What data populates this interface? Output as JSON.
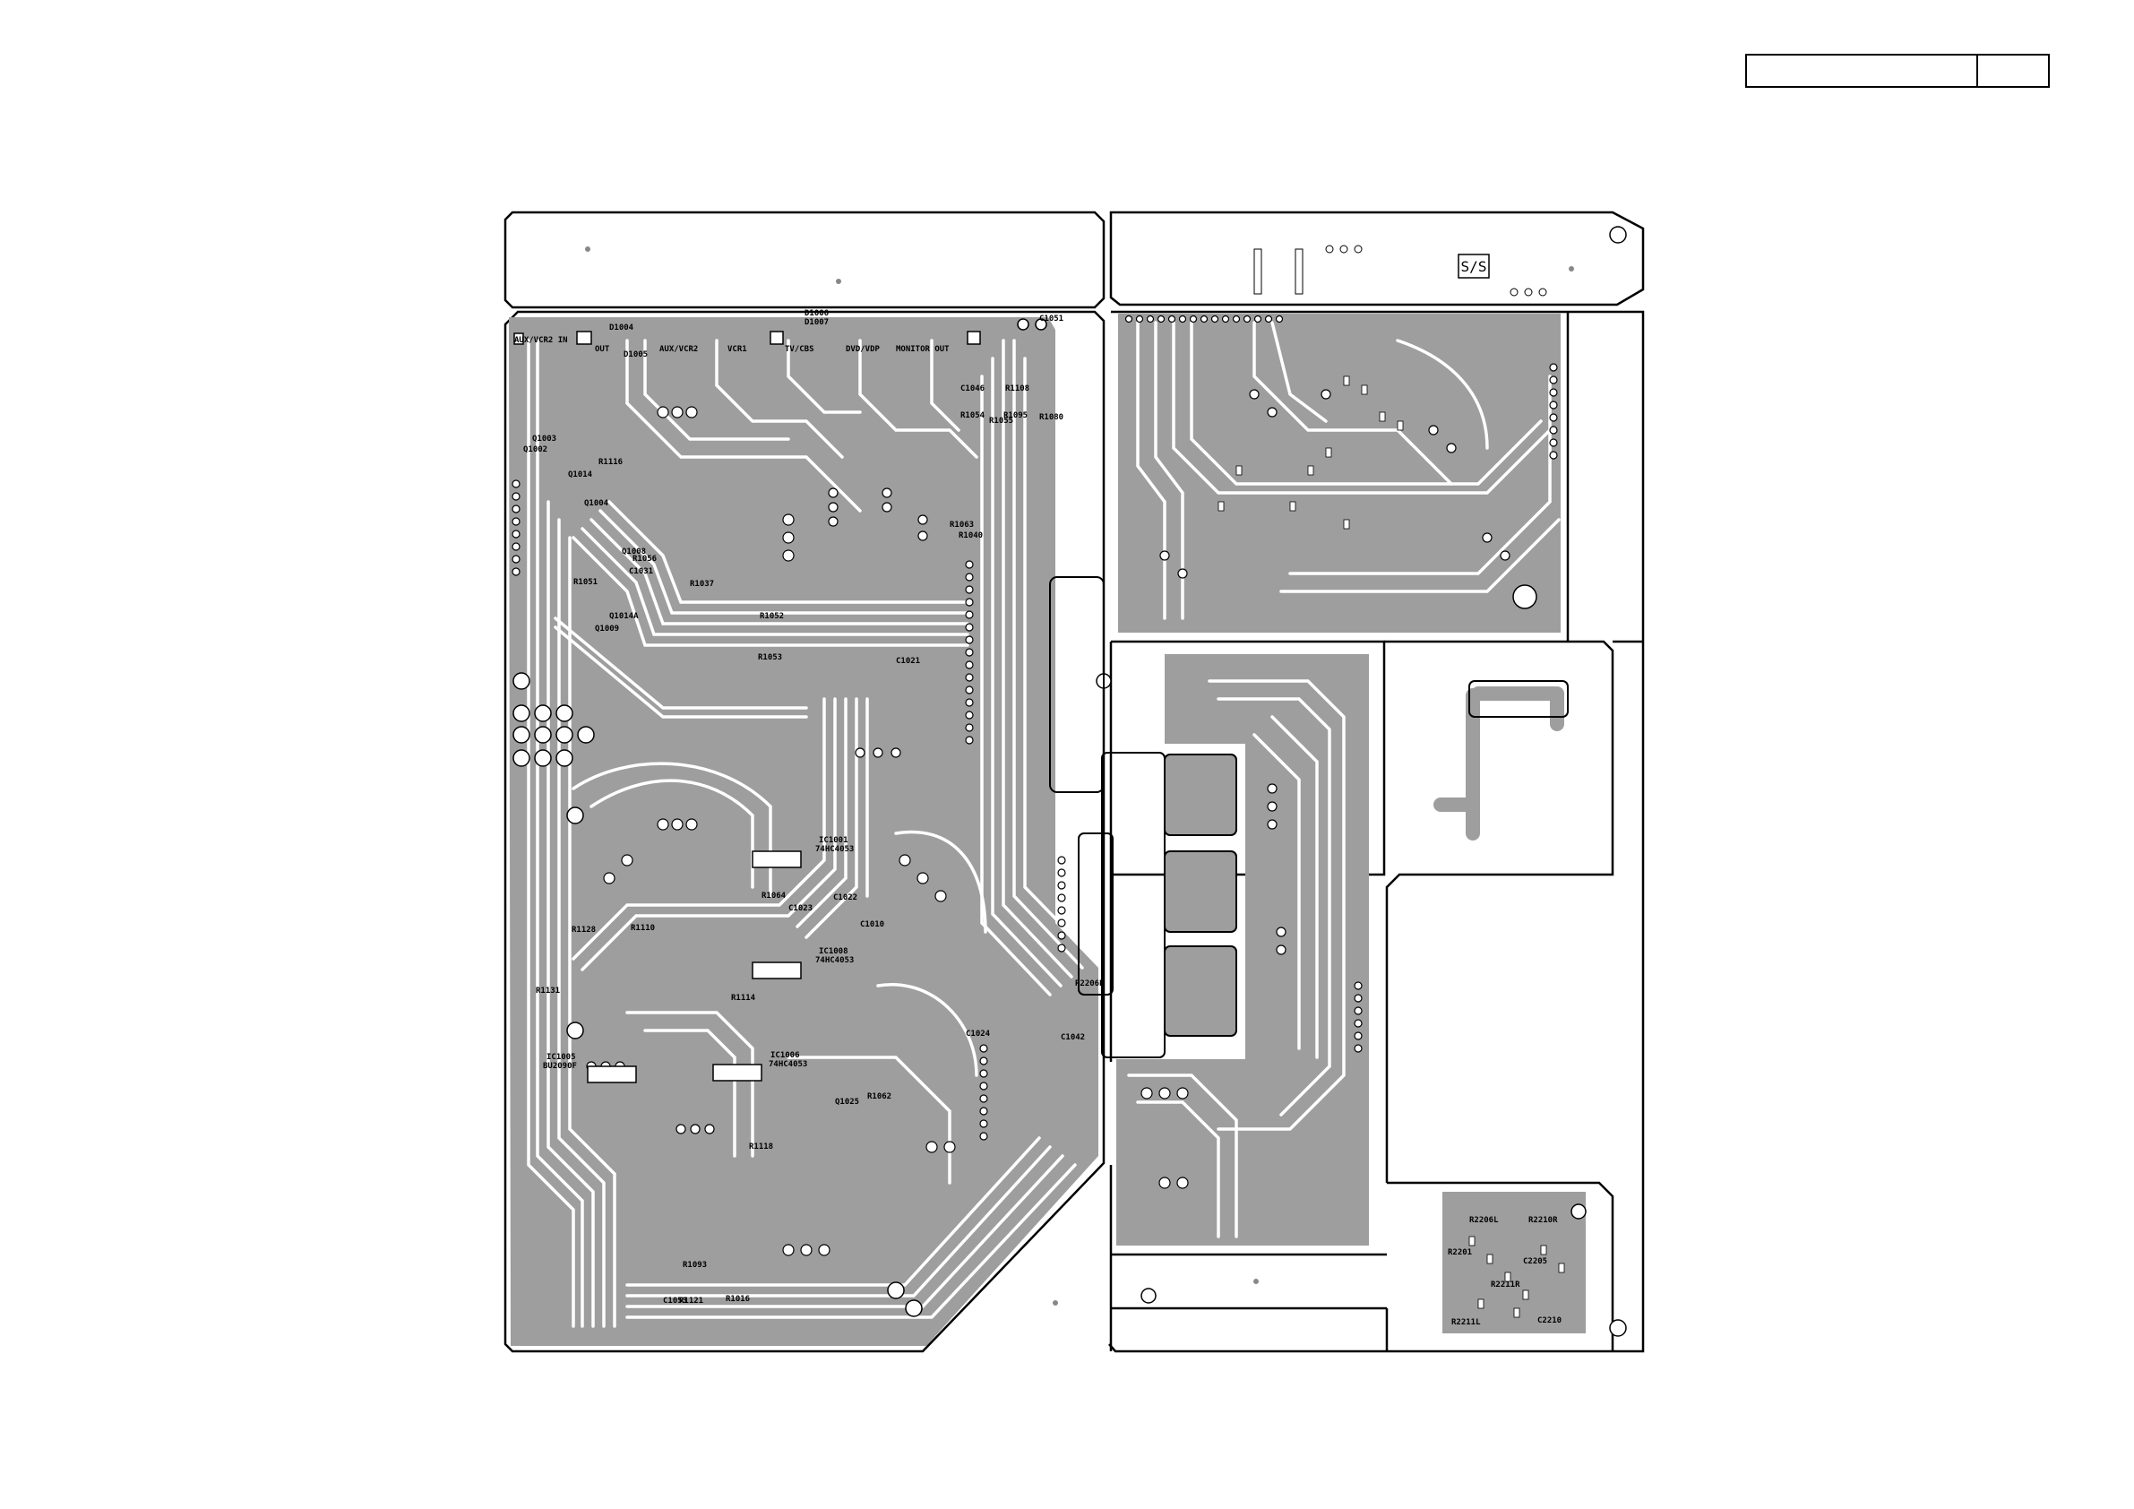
{
  "board": {
    "colors": {
      "copper": "#9e9e9e",
      "trace": "#ffffff",
      "outline": "#000000",
      "background": "#ffffff"
    },
    "connector_labels": [
      {
        "id": "aux-vcr2-in",
        "text": "AUX/VCR2 IN"
      },
      {
        "id": "aux-vcr2-out",
        "text": "OUT"
      },
      {
        "id": "aux-vcr2",
        "text": "AUX/VCR2"
      },
      {
        "id": "vcr1",
        "text": "VCR1"
      },
      {
        "id": "tv-cbs",
        "text": "TV/CBS"
      },
      {
        "id": "dvd-vdp",
        "text": "DVD/VDP"
      },
      {
        "id": "monitor-out",
        "text": "MONITOR OUT"
      }
    ],
    "ic_labels": [
      {
        "id": "ic1001",
        "ref": "IC1001",
        "part": "74HC4053"
      },
      {
        "id": "ic1008",
        "ref": "IC1008",
        "part": "74HC4053"
      },
      {
        "id": "ic1006",
        "ref": "IC1006",
        "part": "74HC4053"
      },
      {
        "id": "ic1005",
        "ref": "IC1005",
        "part": "BU2090F"
      }
    ],
    "part_labels": [
      "D1004",
      "D1005",
      "D1006",
      "D1007",
      "C1051",
      "Q1003",
      "Q1002",
      "Q1014",
      "Q1004",
      "R1116",
      "Q1008",
      "R1056",
      "C1031",
      "R1063",
      "R1040",
      "R1051",
      "R1053",
      "R1037",
      "C1046",
      "C1021",
      "C1024",
      "C1042",
      "Q1014A",
      "R1052",
      "R1054",
      "R1055",
      "Q1009",
      "R1108",
      "R1110",
      "R1095",
      "R1114",
      "R1080",
      "R1118",
      "R1131",
      "R1121",
      "R1128",
      "C1053",
      "R1093",
      "R1016",
      "R1064",
      "R1062",
      "Q1025",
      "C1022",
      "C1010",
      "C1023",
      "R2206R",
      "R2206L",
      "R2210R",
      "R2211R",
      "R2211L",
      "C2210",
      "R2201",
      "C2205"
    ],
    "selector_label": "S/S"
  }
}
